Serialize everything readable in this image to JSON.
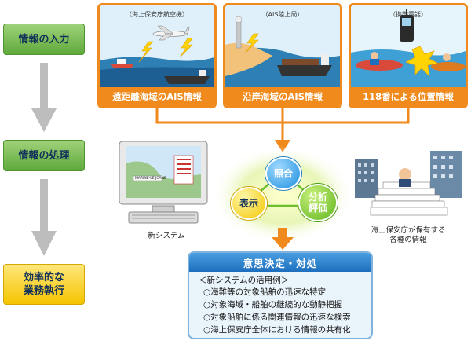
{
  "stages": [
    {
      "label": "情報の入力"
    },
    {
      "label": "情報の処理"
    },
    {
      "label": "効率的な\n業務執行"
    }
  ],
  "panels": [
    {
      "sub": "（海上保安庁航空機）",
      "caption": "遠距離海域のAIS情報"
    },
    {
      "sub": "（AIS陸上局）",
      "caption": "沿岸海域のAIS情報"
    },
    {
      "sub": "（携帯電話）",
      "caption": "118番による位置情報"
    }
  ],
  "cycle": {
    "top": "照合",
    "left": "表示",
    "right": "分析\n評価"
  },
  "new_system_label": "新システム",
  "screen_label": "MARINE-LE JCANE",
  "agency_label": "海上保安庁が保有する\n各種の情報",
  "decision": {
    "heading": "意思決定・対処",
    "title": "＜新システムの活用例＞",
    "items": [
      "○海難等の対象船舶の迅速な特定",
      "○対象海域・船舶の継続的な動静把握",
      "○対象船舶に係る関連情報の迅速な検索",
      "○海上保安庁全体における情報の共有化"
    ]
  },
  "colors": {
    "orange": "#f08a1c",
    "green": "#5fa93b",
    "yellow": "#f5c400",
    "blue": "#1d6fbe"
  }
}
